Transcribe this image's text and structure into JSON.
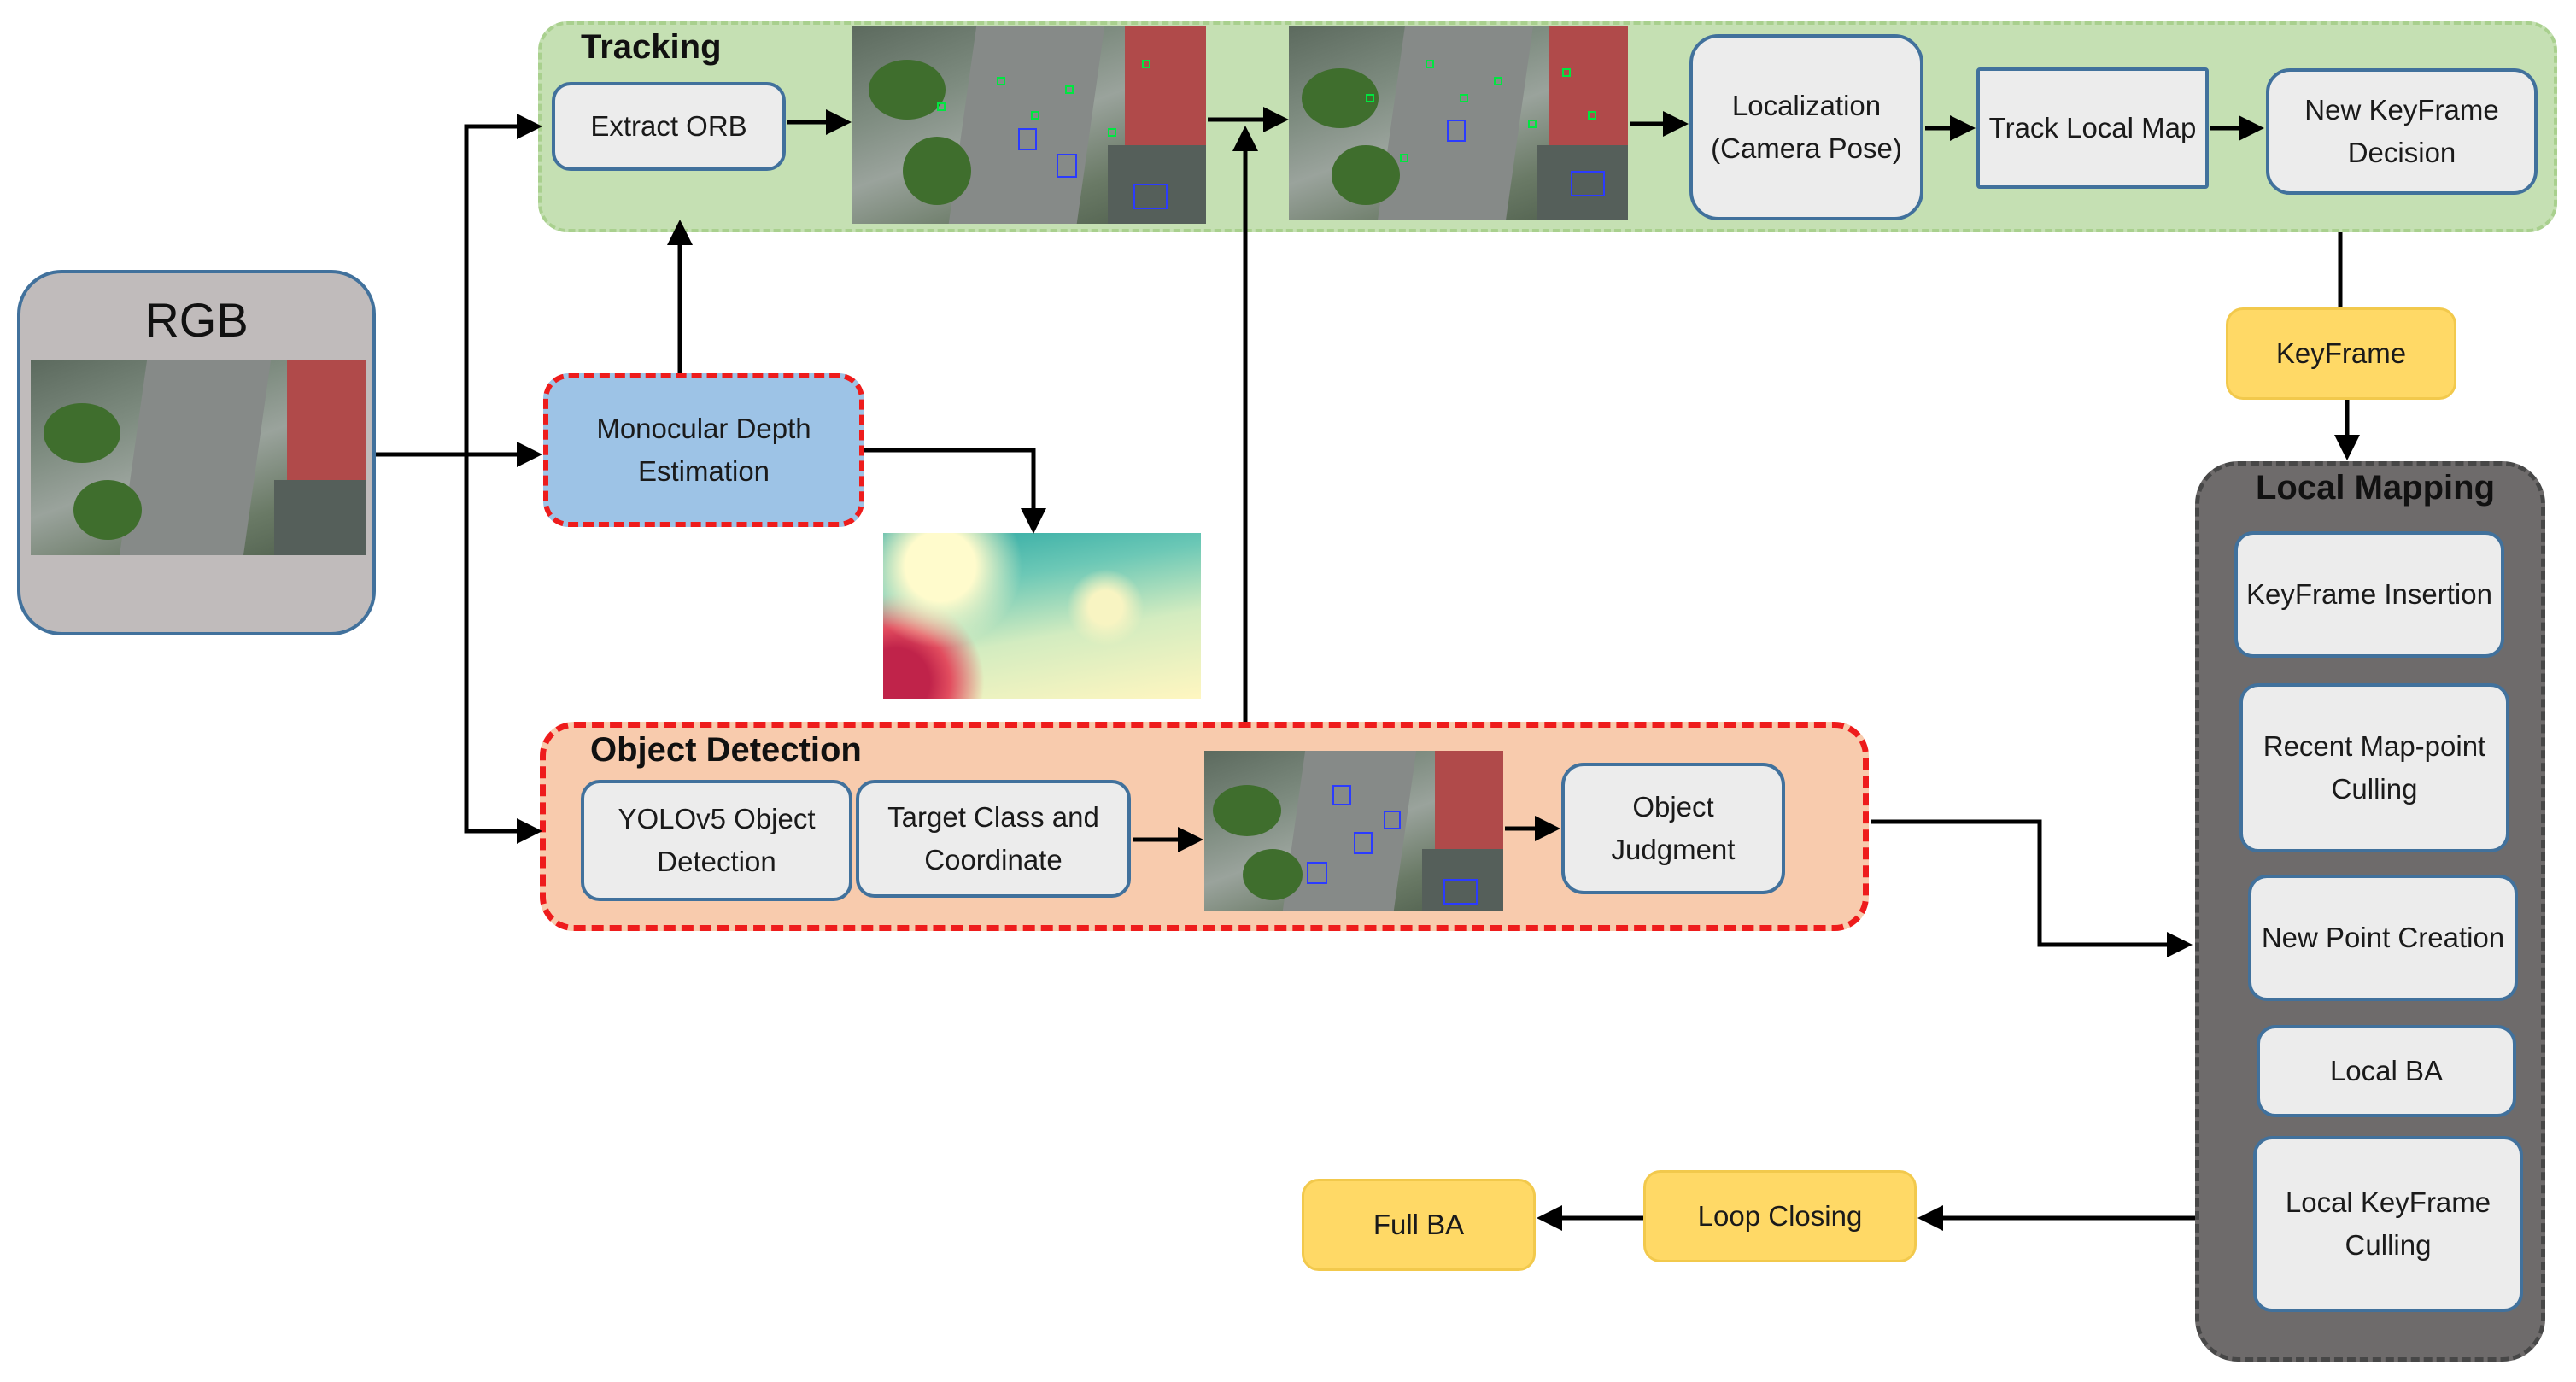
{
  "rgb": {
    "label": "RGB"
  },
  "tracking": {
    "title": "Tracking",
    "extract_orb": "Extract ORB",
    "localization": "Localization (Camera Pose)",
    "track_local_map": "Track Local Map",
    "new_keyframe_decision": "New KeyFrame Decision"
  },
  "depth": {
    "label": "Monocular Depth Estimation"
  },
  "object_detection": {
    "title": "Object Detection",
    "yolo": "YOLOv5 Object Detection",
    "target_class": "Target Class and Coordinate",
    "judgment": "Object Judgment"
  },
  "keyframe": {
    "label": "KeyFrame"
  },
  "local_mapping": {
    "title": "Local Mapping",
    "items": [
      "KeyFrame Insertion",
      "Recent Map-point Culling",
      "New Point Creation",
      "Local BA",
      "Local KeyFrame Culling"
    ]
  },
  "loop_closing": {
    "label": "Loop Closing"
  },
  "full_ba": {
    "label": "Full BA"
  },
  "colors": {
    "tracking_bg": "#c5e0b3",
    "detection_bg": "#f8cbad",
    "detection_border": "#ee1c1c",
    "depth_bg": "#9dc3e6",
    "mapping_bg": "#6e6b6b",
    "keyframe_yellow": "#ffd966",
    "box_border": "#41719c"
  }
}
